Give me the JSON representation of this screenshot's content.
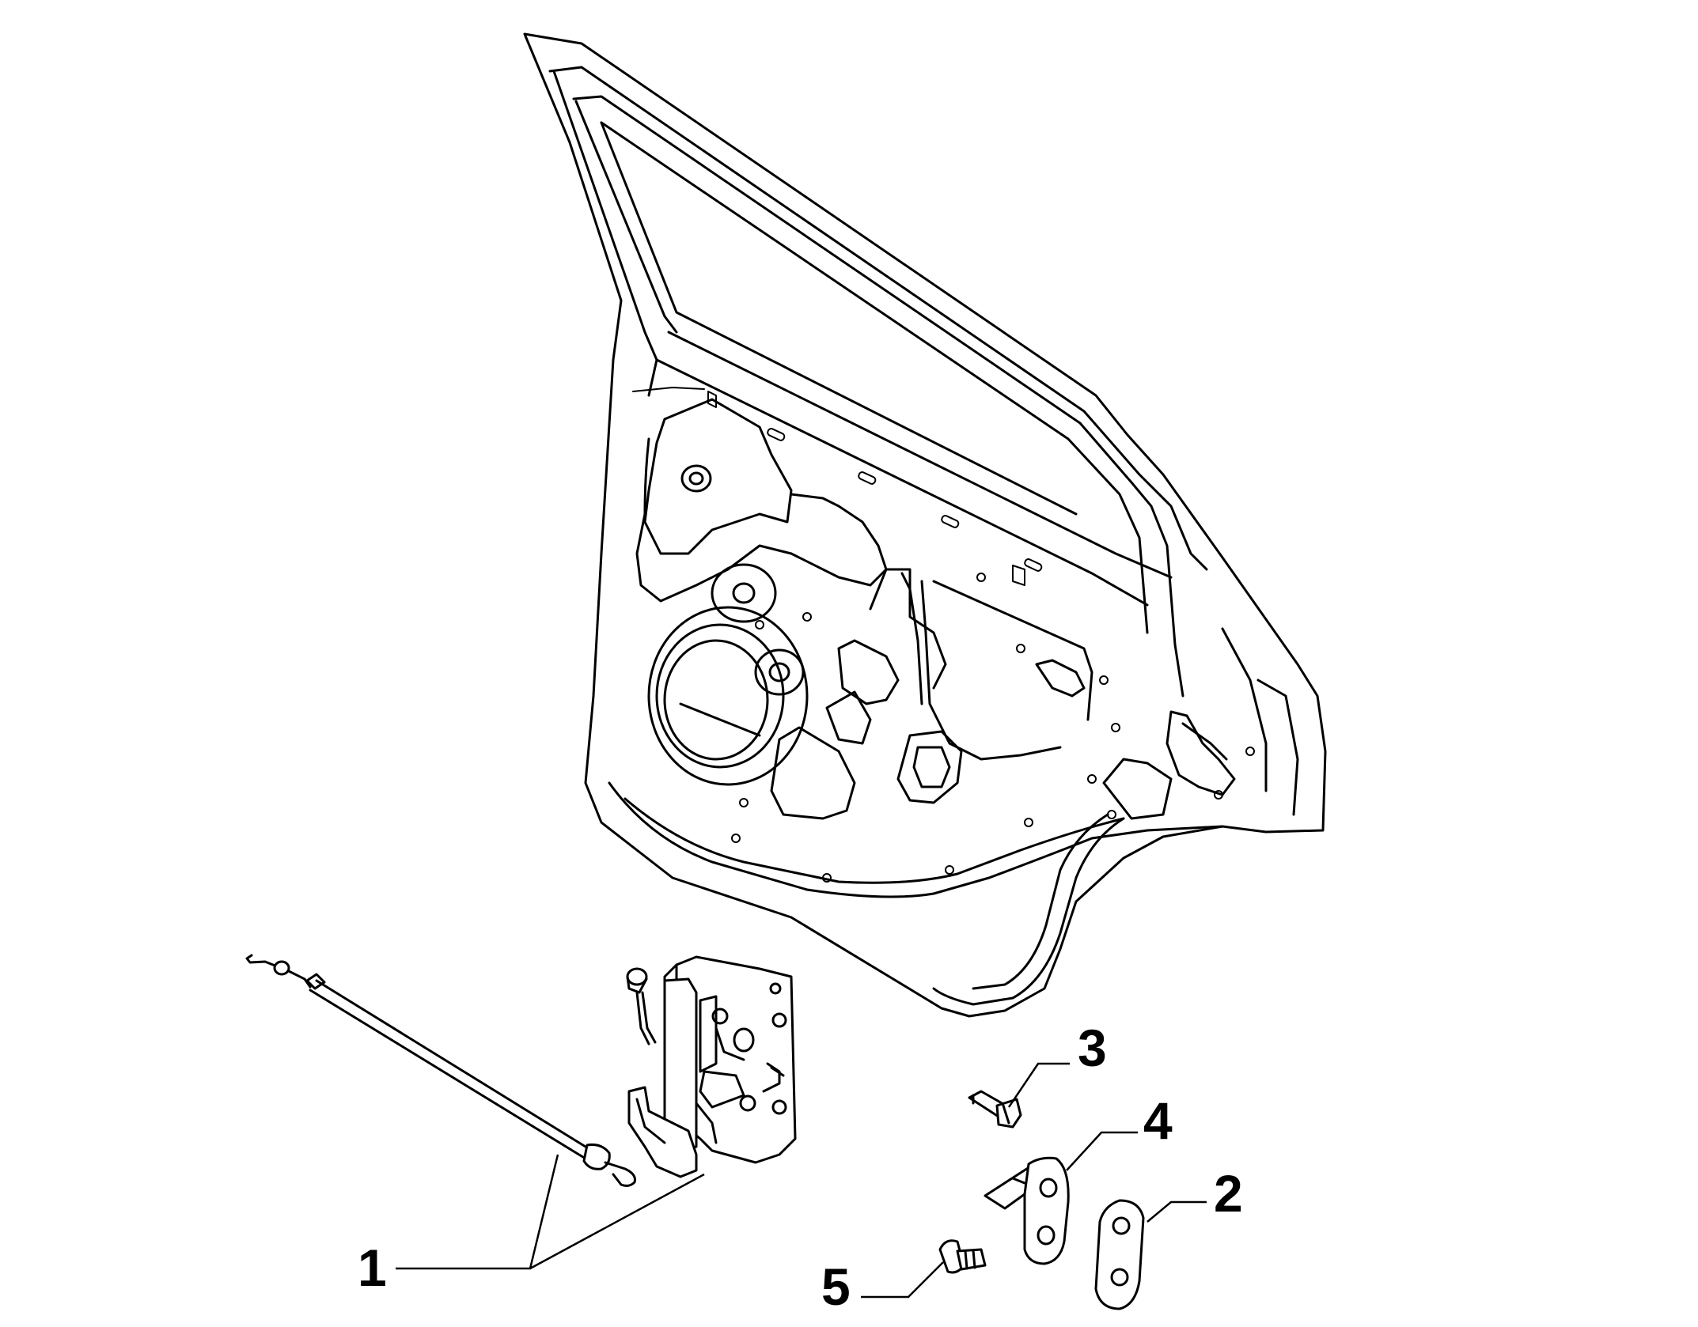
{
  "callouts": [
    {
      "id": "1",
      "text": "1"
    },
    {
      "id": "2",
      "text": "2"
    },
    {
      "id": "3",
      "text": "3"
    },
    {
      "id": "4",
      "text": "4"
    },
    {
      "id": "5",
      "text": "5"
    }
  ],
  "colors": {
    "stroke": "#000000",
    "background": "#ffffff"
  }
}
